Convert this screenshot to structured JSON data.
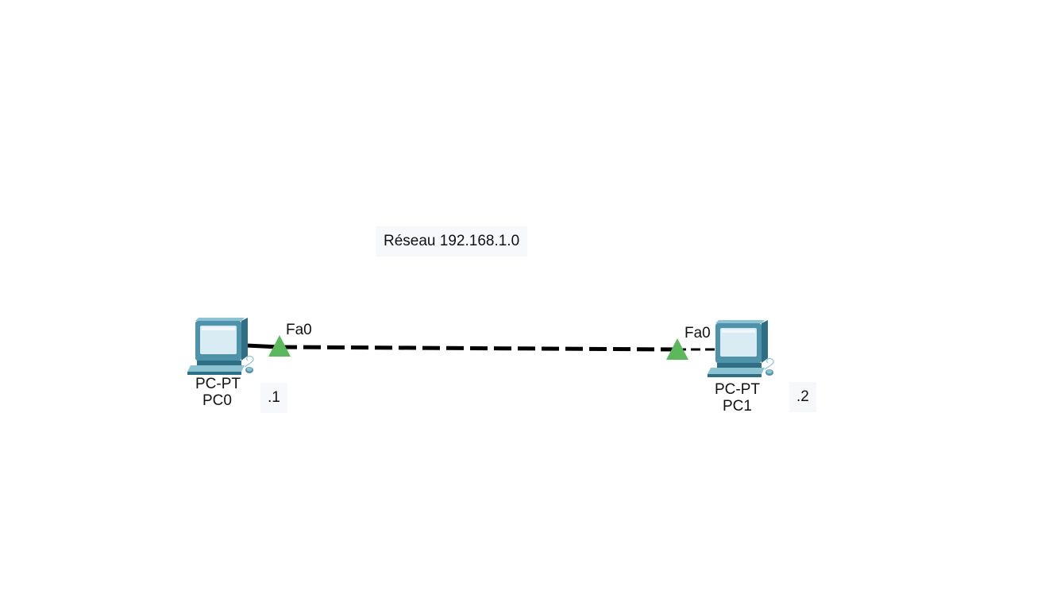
{
  "diagram": {
    "network_note": "Réseau 192.168.1.0",
    "devices": [
      {
        "type": "PC-PT",
        "name": "PC0",
        "port": "Fa0",
        "ip_note": ".1"
      },
      {
        "type": "PC-PT",
        "name": "PC1",
        "port": "Fa0",
        "ip_note": ".2"
      }
    ],
    "link": {
      "style": "dashed",
      "color": "#000000",
      "port_status_color": "#5cb85c",
      "port_status": "up"
    },
    "colors": {
      "pc_body_dark": "#2f6f86",
      "pc_body_mid": "#4f93ab",
      "pc_body_light": "#8cc3d3",
      "pc_screen": "#d9ecf3",
      "note_background": "#f7f8fc"
    }
  }
}
